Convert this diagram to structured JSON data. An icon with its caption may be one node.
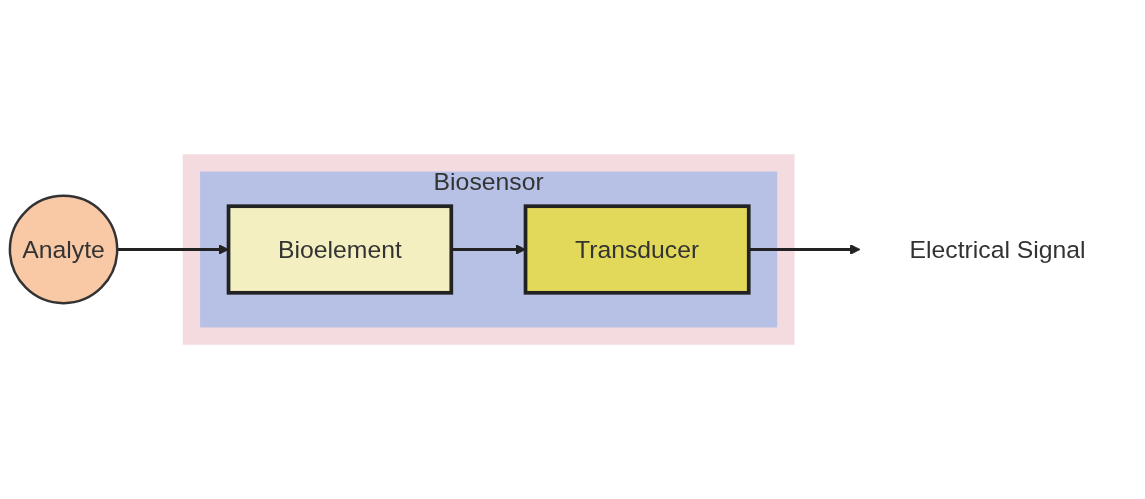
{
  "diagram": {
    "nodes": [
      {
        "text": [
          "Analyte"
        ]
      },
      {
        "text": [
          "Biosensor"
        ]
      },
      {
        "text": [
          "Bioelement"
        ],
        "in": 1
      },
      {
        "text": [
          "Transducer"
        ],
        "in": 1
      },
      {
        "text": [
          "Electrical Signal"
        ]
      }
    ],
    "edges": [
      {
        "from": 0,
        "to": 2,
        "arrow": "to"
      },
      {
        "from": 2,
        "to": 3,
        "arrow": "to"
      },
      {
        "from": 3,
        "to": 4,
        "arrow": "to"
      }
    ]
  }
}
